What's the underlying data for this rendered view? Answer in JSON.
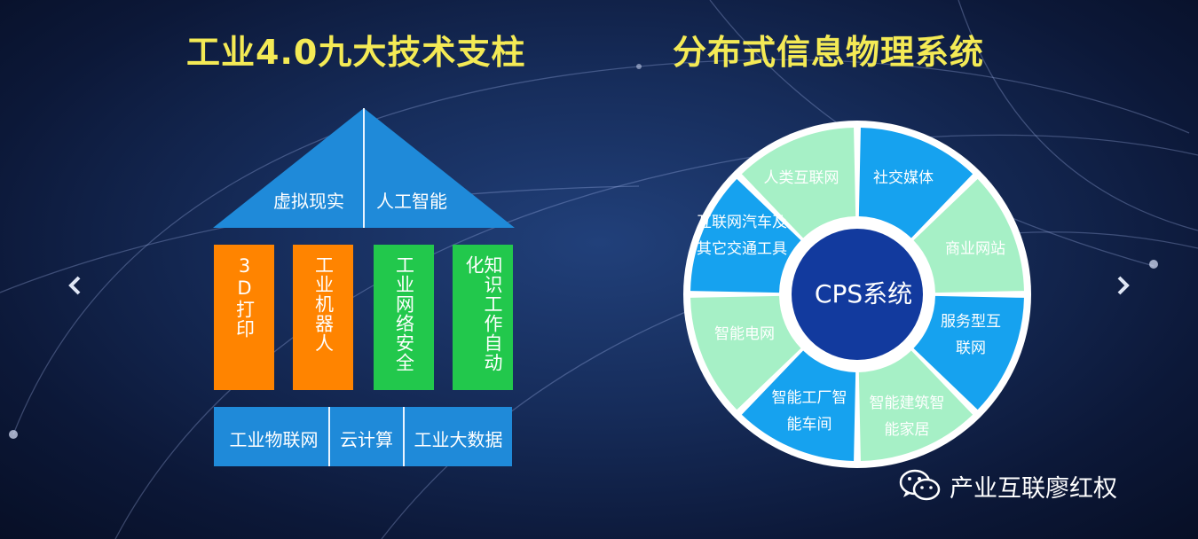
{
  "titles": {
    "left": "工业4.0九大技术支柱",
    "right": "分布式信息物理系统"
  },
  "pillars_diagram": {
    "roof": [
      "虚拟现实",
      "人工智能"
    ],
    "pillars": [
      {
        "label": "3D打印",
        "color": "#ff8400"
      },
      {
        "label": "工业机器人",
        "color": "#ff8400"
      },
      {
        "label": "工业网络安全",
        "color": "#22c84c"
      },
      {
        "label": "知识工作自动化",
        "color": "#22c84c"
      }
    ],
    "base": [
      "工业物联网",
      "云计算",
      "工业大数据"
    ]
  },
  "cps_diagram": {
    "center": "CPS系统",
    "segments": [
      {
        "label": "人类互联网",
        "color": "#a6f0c6"
      },
      {
        "label": "社交媒体",
        "color": "#16a2ef"
      },
      {
        "label": "商业网站",
        "color": "#a6f0c6"
      },
      {
        "label": "服务型互联网",
        "color": "#16a2ef"
      },
      {
        "label": "智能建筑智能家居",
        "color": "#a6f0c6"
      },
      {
        "label": "智能工厂智能车间",
        "color": "#16a2ef"
      },
      {
        "label": "智能电网",
        "color": "#a6f0c6"
      },
      {
        "label": "互联网汽车及其它交通工具",
        "color": "#16a2ef"
      }
    ]
  },
  "watermark": {
    "text": "产业互联廖红权",
    "icon": "wechat-icon"
  },
  "navigation": {
    "prev_icon": "chevron-left-icon",
    "next_icon": "chevron-right-icon"
  },
  "colors": {
    "title": "#f4ea55",
    "roof": "#1f8ad9",
    "base": "#1f8ad9",
    "cps_ring": "#ffffff",
    "cps_center": "#123a9e"
  }
}
